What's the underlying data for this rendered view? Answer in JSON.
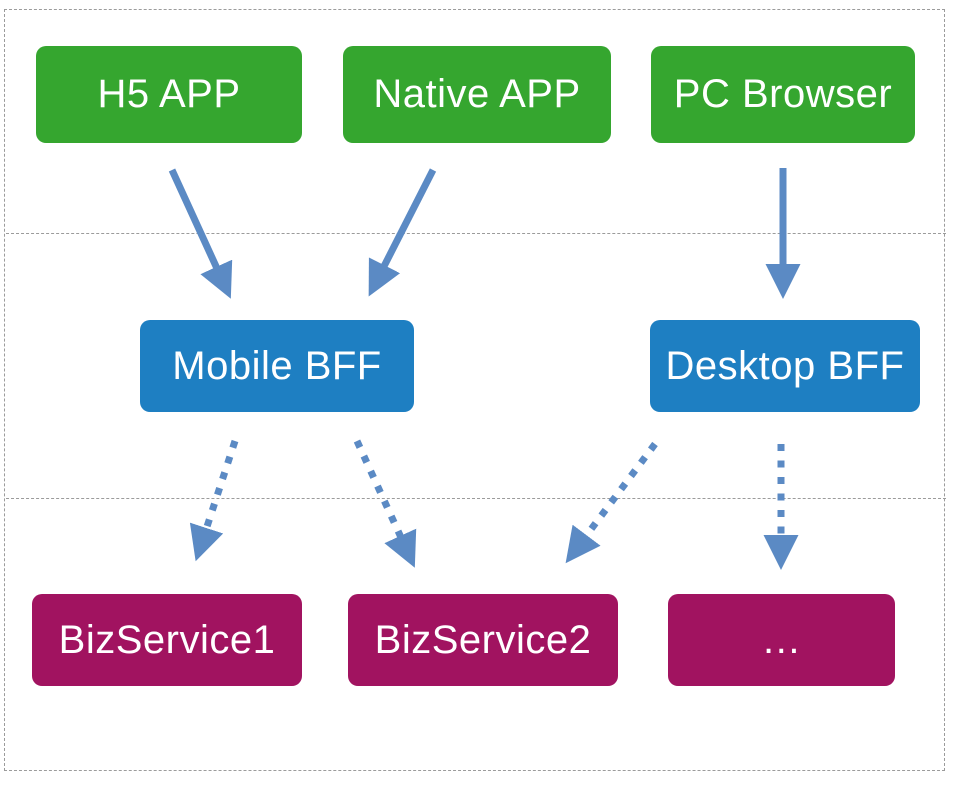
{
  "colors": {
    "background": "#ffffff",
    "node_green": "#35a62f",
    "node_blue": "#1e7fc2",
    "node_magenta": "#a11360",
    "arrow_blue": "#5b8ac4",
    "dash_gray": "#9b9b9b",
    "label_text": "#ffffff"
  },
  "layers": {
    "clients": {
      "items": [
        {
          "label": "H5 APP"
        },
        {
          "label": "Native APP"
        },
        {
          "label": "PC Browser"
        }
      ]
    },
    "bff": {
      "items": [
        {
          "label": "Mobile BFF"
        },
        {
          "label": "Desktop BFF"
        }
      ]
    },
    "services": {
      "items": [
        {
          "label": "BizService1"
        },
        {
          "label": "BizService2"
        },
        {
          "label": "…"
        }
      ]
    }
  },
  "edges": [
    {
      "from": "H5 APP",
      "to": "Mobile BFF",
      "style": "solid"
    },
    {
      "from": "Native APP",
      "to": "Mobile BFF",
      "style": "solid"
    },
    {
      "from": "PC Browser",
      "to": "Desktop BFF",
      "style": "solid"
    },
    {
      "from": "Mobile BFF",
      "to": "BizService1",
      "style": "dotted"
    },
    {
      "from": "Mobile BFF",
      "to": "BizService2",
      "style": "dotted"
    },
    {
      "from": "Desktop BFF",
      "to": "BizService2",
      "style": "dotted"
    },
    {
      "from": "Desktop BFF",
      "to": "…",
      "style": "dotted"
    }
  ]
}
